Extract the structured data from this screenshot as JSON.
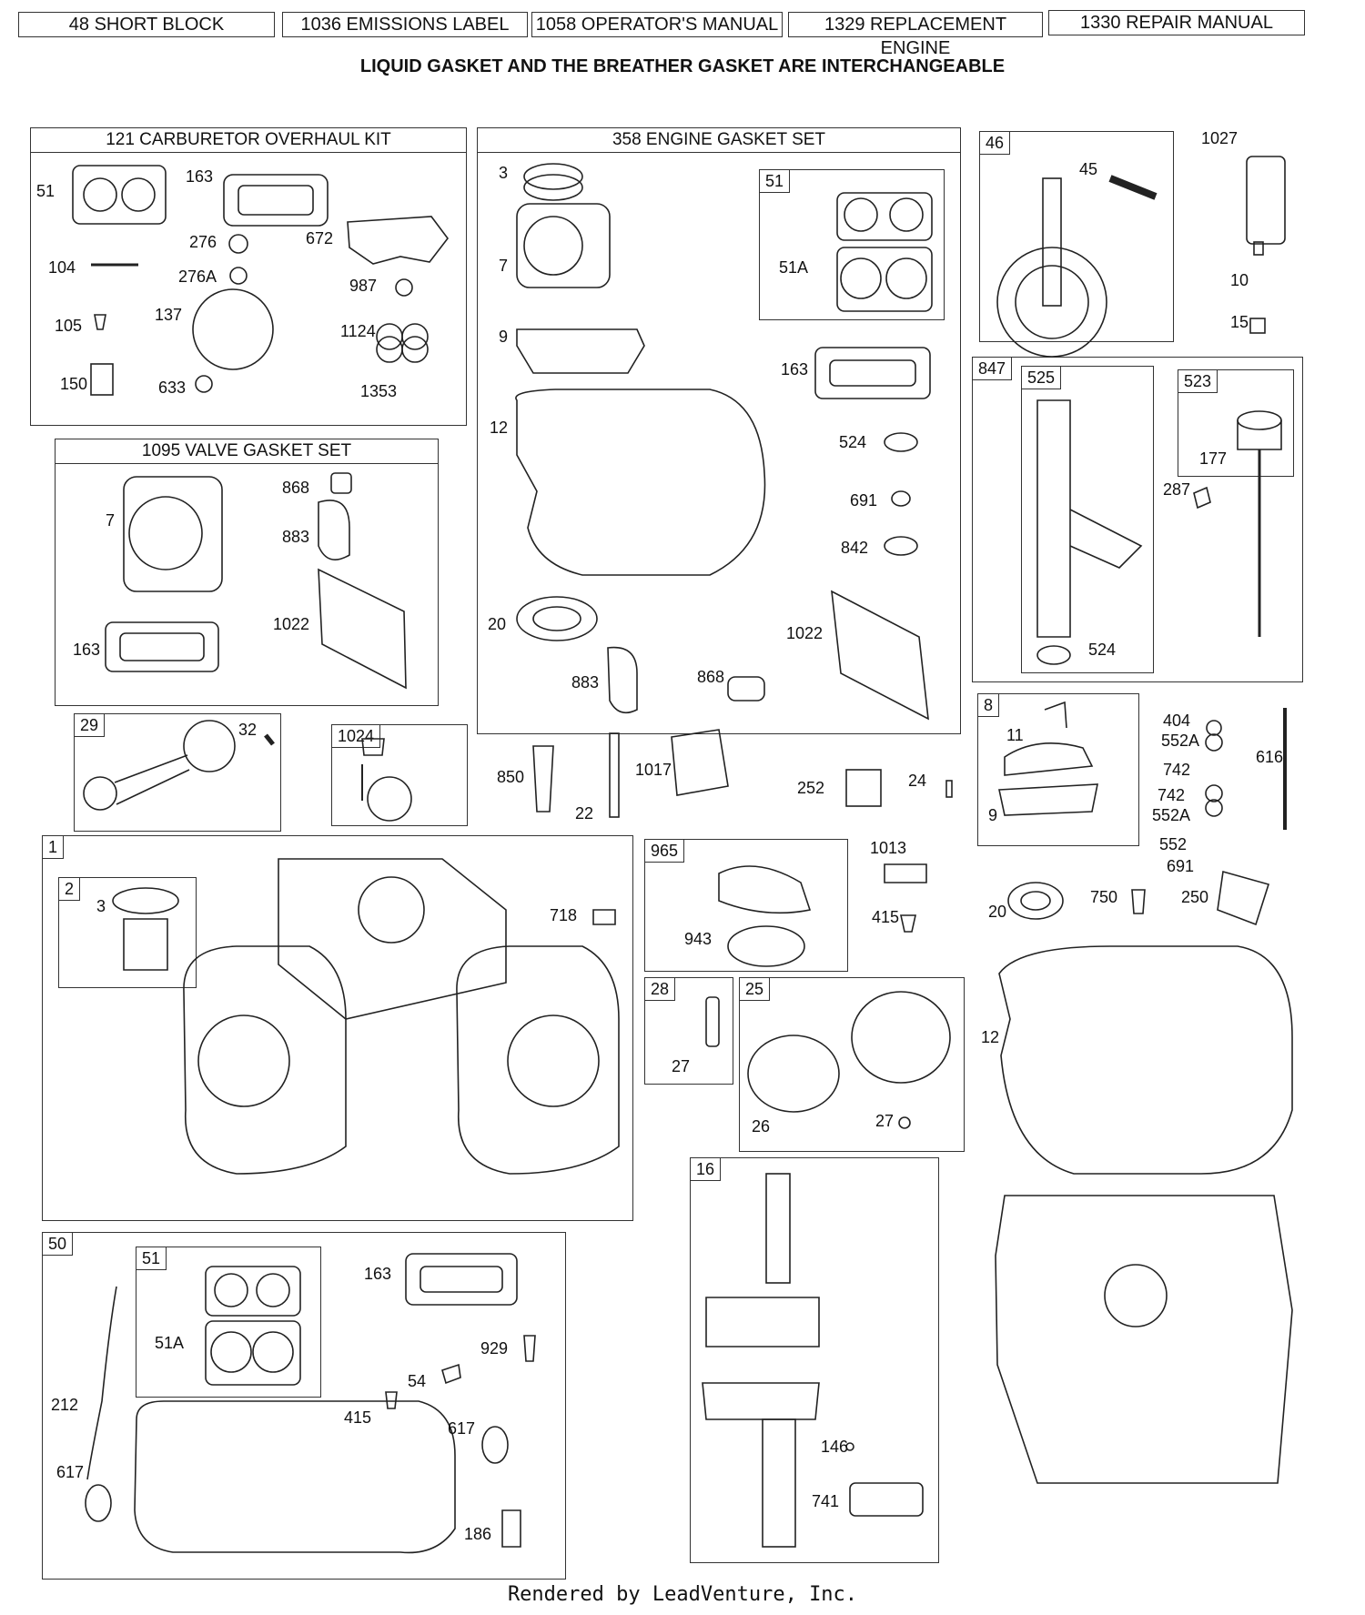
{
  "header_tabs": [
    "48 SHORT BLOCK",
    "1036 EMISSIONS LABEL",
    "1058 OPERATOR'S MANUAL",
    "1329 REPLACEMENT ENGINE",
    "1330 REPAIR MANUAL"
  ],
  "banner": "LIQUID GASKET AND THE BREATHER GASKET ARE INTERCHANGEABLE",
  "boxes": {
    "carb_kit": "121 CARBURETOR OVERHAUL KIT",
    "gasket_set": "358 ENGINE GASKET SET",
    "valve_set": "1095 VALVE GASKET SET"
  },
  "tags": {
    "t51a": "51",
    "t46": "46",
    "t847": "847",
    "t525": "525",
    "t523": "523",
    "t29": "29",
    "t1024": "1024",
    "t8": "8",
    "t1": "1",
    "t2": "2",
    "t965": "965",
    "t28": "28",
    "t25": "25",
    "t16": "16",
    "t50": "50",
    "t51b": "51"
  },
  "labels": {
    "c51": "51",
    "c163": "163",
    "c276": "276",
    "c672": "672",
    "c104": "104",
    "c276a": "276A",
    "c987": "987",
    "c105": "105",
    "c137": "137",
    "c1124": "1124",
    "c150": "150",
    "c633": "633",
    "c1353": "1353",
    "g3": "3",
    "g7": "7",
    "g9": "9",
    "g12": "12",
    "g20": "20",
    "g883": "883",
    "g868": "868",
    "g1022": "1022",
    "g51a": "51A",
    "g163": "163",
    "g524": "524",
    "g691": "691",
    "g842": "842",
    "v7": "7",
    "v868": "868",
    "v883": "883",
    "v1022": "1022",
    "v163": "163",
    "r45": "45",
    "r1027": "1027",
    "r10": "10",
    "r15": "15",
    "r177": "177",
    "r287": "287",
    "r524": "524",
    "p32": "32",
    "p850": "850",
    "p22": "22",
    "p1017": "1017",
    "p252": "252",
    "p24": "24",
    "b11": "11",
    "b9": "9",
    "b404": "404",
    "b552a1": "552A",
    "b742a": "742",
    "b742b": "742",
    "b552a2": "552A",
    "b552": "552",
    "b691": "691",
    "b616": "616",
    "s3": "3",
    "s718": "718",
    "s1013": "1013",
    "s943": "943",
    "s415": "415",
    "k20": "20",
    "k750": "750",
    "k250": "250",
    "k12": "12",
    "k27a": "27",
    "k26": "26",
    "k27b": "27",
    "m163": "163",
    "m51a": "51A",
    "m929": "929",
    "m54": "54",
    "m212": "212",
    "m415": "415",
    "m617a": "617",
    "m617b": "617",
    "m186": "186",
    "x146": "146",
    "x741": "741"
  },
  "footer": "Rendered by LeadVenture, Inc."
}
